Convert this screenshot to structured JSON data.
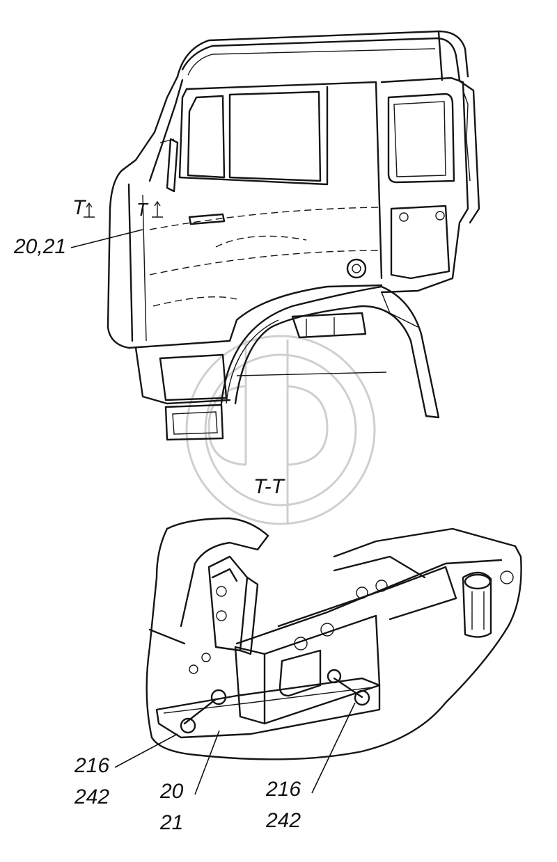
{
  "section_marker": "T",
  "section_title": "T-T",
  "callouts": {
    "cab_ref": "20,21",
    "left_bottom_a": "216",
    "left_bottom_b": "242",
    "mid_a": "20",
    "mid_b": "21",
    "right_a": "216",
    "right_b": "242"
  },
  "colors": {
    "ink": "#151515",
    "watermark": "#cfcfcf",
    "paper": "#ffffff"
  },
  "icons": {
    "watermark": "circle-logo-watermark",
    "section_arrow": "section-arrow-icon"
  }
}
